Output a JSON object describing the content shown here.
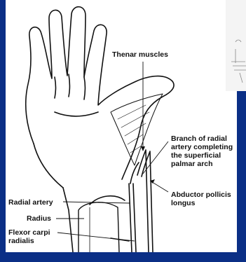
{
  "figure": {
    "labels": {
      "thenar_muscles": "Thenar muscles",
      "branch_radial_artery": "Branch of radial\nartery completing\nthe superficial\npalmar arch",
      "abductor_pollicis_longus": "Abductor pollicis\nlongus",
      "radial_artery": "Radial artery",
      "radius": "Radius",
      "flexor_carpi_radialis": "Flexor carpi\nradialis"
    }
  },
  "colors": {
    "background": "#0b2f86",
    "figure_bg": "#ffffff",
    "ink": "#111111"
  }
}
